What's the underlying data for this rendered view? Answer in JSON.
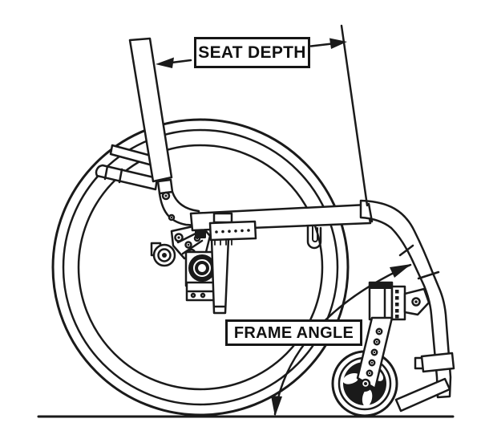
{
  "diagram": {
    "labels": {
      "seat_depth": "SEAT DEPTH",
      "frame_angle": "FRAME ANGLE"
    },
    "colors": {
      "line": "#1a1a1a",
      "background": "#ffffff",
      "label_border": "#161616"
    },
    "parts": [
      "rear-wheel",
      "handrim",
      "hub",
      "axle-plate",
      "camber-tube",
      "backrest-post",
      "armrest-tube",
      "seat-rail",
      "seat-sling-hook",
      "cross-brace-bar",
      "front-frame-tube",
      "caster-housing",
      "angle-adjust-plate",
      "caster-fork",
      "caster-wheel",
      "footrest-clamp",
      "footrest-tube",
      "ground-line",
      "seat-depth-reference-line",
      "frame-angle-arc"
    ]
  }
}
